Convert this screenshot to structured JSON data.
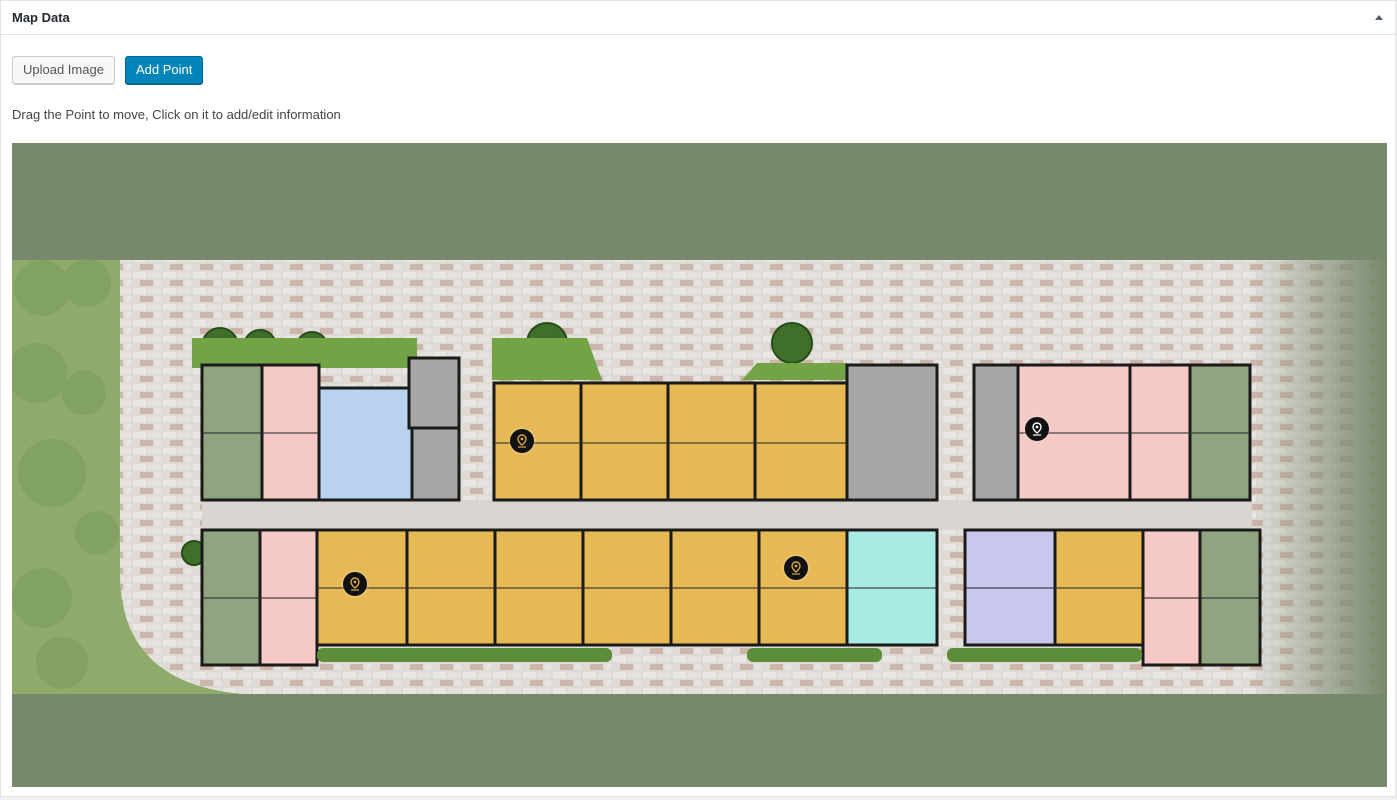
{
  "panel": {
    "title": "Map Data",
    "toggle_icon": "triangle-up-icon"
  },
  "toolbar": {
    "upload_label": "Upload Image",
    "add_point_label": "Add Point"
  },
  "instructions": "Drag the Point to move, Click on it to add/edit information",
  "map": {
    "image": "apartment floor plan",
    "background_color": "#78886c",
    "unit_colors": {
      "green": "#8fa47f",
      "pink": "#f4c9c6",
      "blue": "#b9d3ef",
      "yellow": "#e6b955",
      "cyan": "#aaeae5",
      "lavender": "#c9c8ec",
      "core": "#a7a7a7"
    },
    "point_icon": "map-pin-icon"
  }
}
